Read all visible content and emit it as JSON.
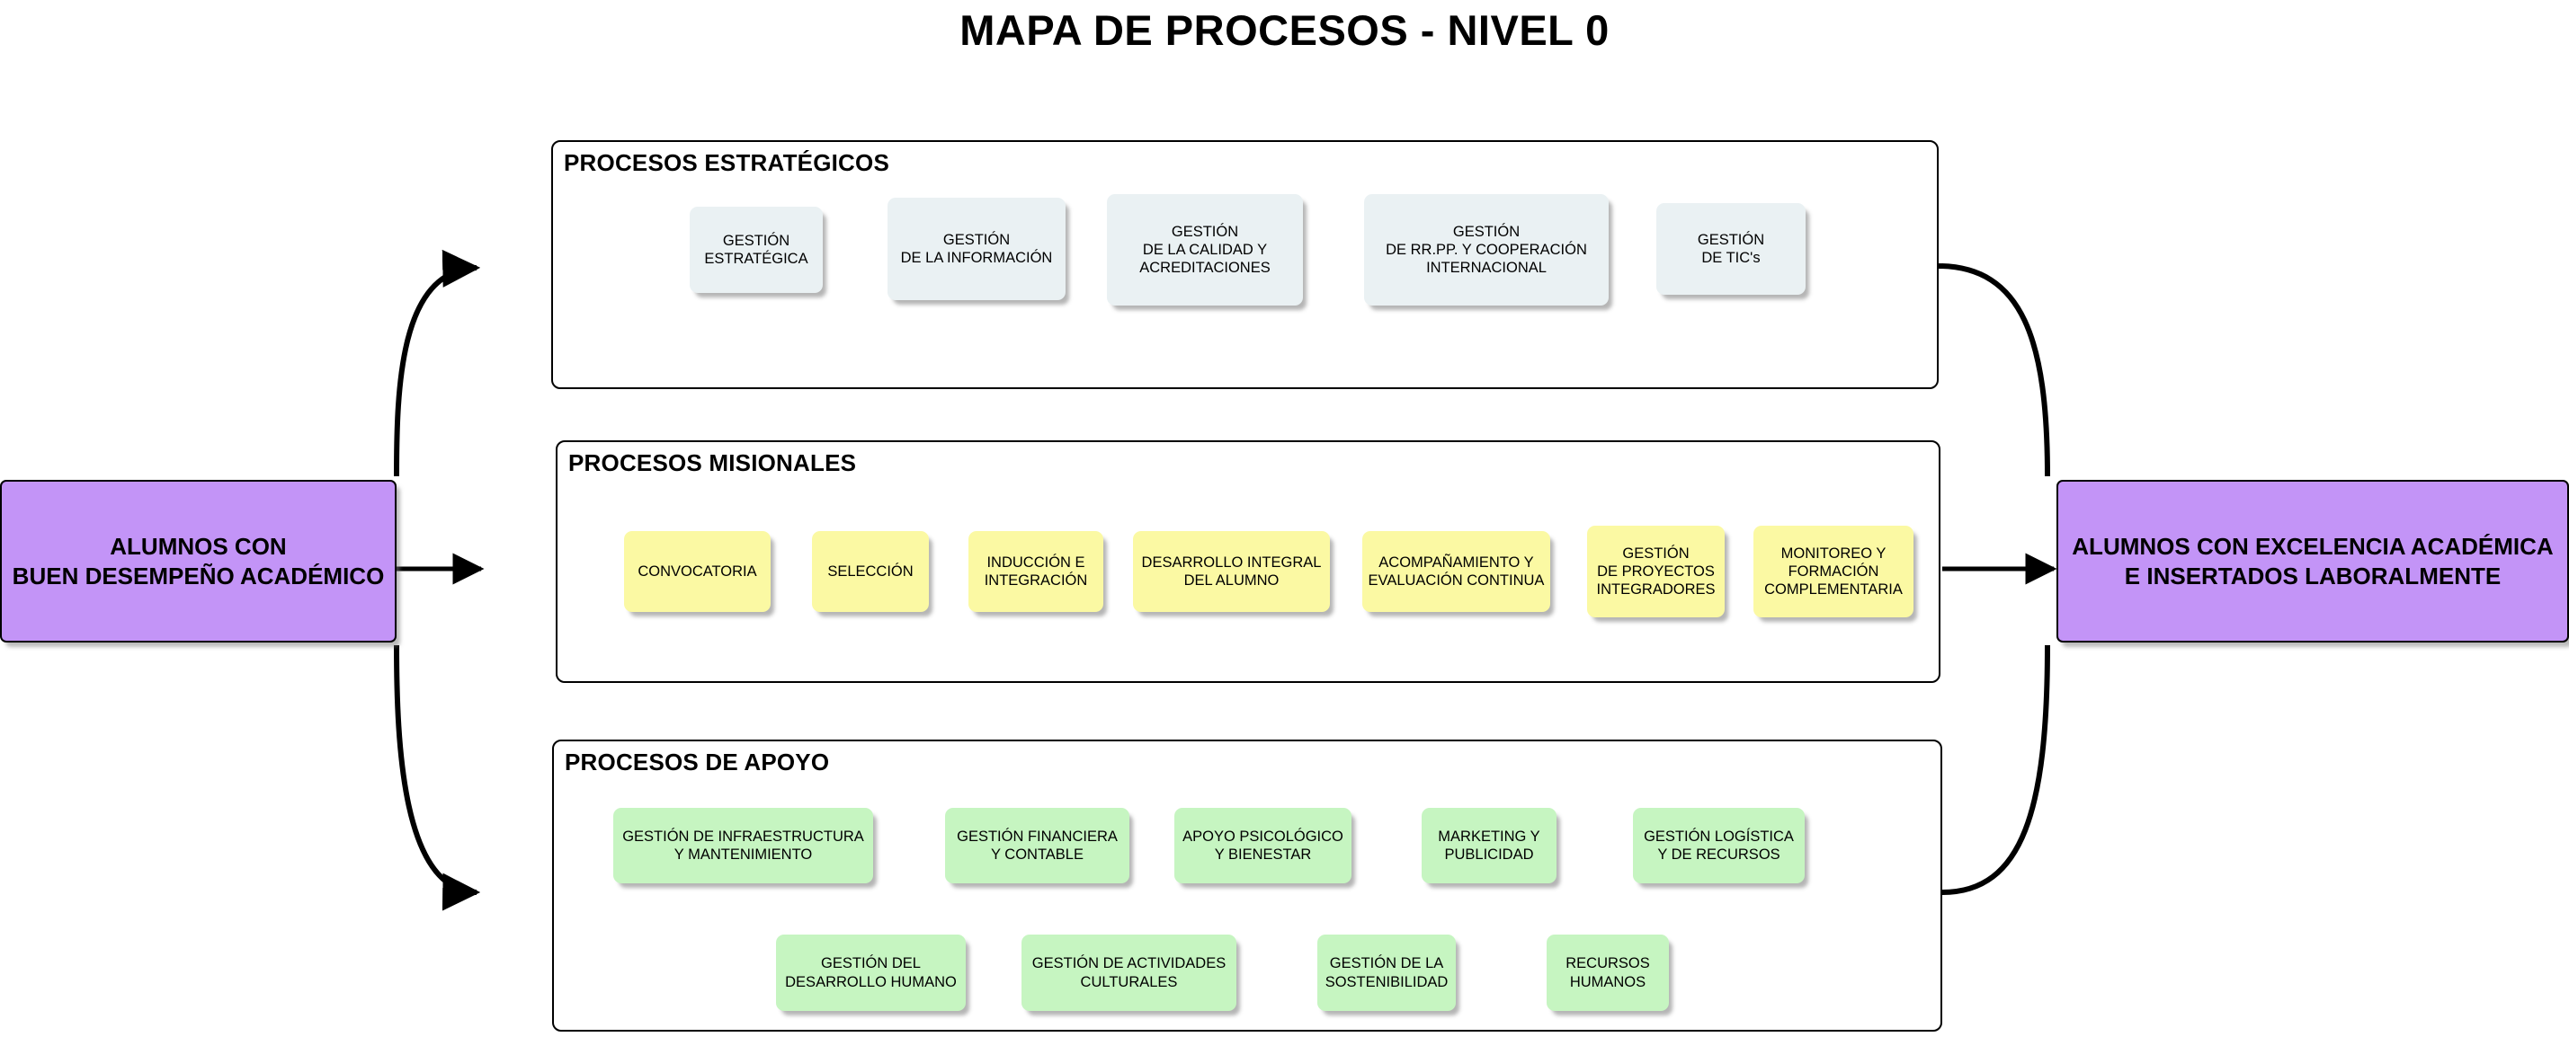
{
  "title": "MAPA DE PROCESOS - NIVEL 0",
  "colors": {
    "strategic_box": "#eaf1f3",
    "mission_box": "#fbf9a3",
    "support_box": "#c6f5c1",
    "io_box": "#c394f7",
    "border": "#000000",
    "background": "#ffffff"
  },
  "io": {
    "input": {
      "label": "ALUMNOS CON\nBUEN DESEMPEÑO ACADÉMICO"
    },
    "output": {
      "label": "ALUMNOS CON EXCELENCIA ACADÉMICA\nE INSERTADOS LABORALMENTE"
    }
  },
  "sections": [
    {
      "id": "estrategicos",
      "title": "PROCESOS ESTRATÉGICOS",
      "boxes": [
        {
          "label": "GESTIÓN\nESTRATÉGICA"
        },
        {
          "label": "GESTIÓN\nDE LA INFORMACIÓN"
        },
        {
          "label": "GESTIÓN\nDE LA CALIDAD Y\nACREDITACIONES"
        },
        {
          "label": "GESTIÓN\nDE RR.PP. Y COOPERACIÓN\nINTERNACIONAL"
        },
        {
          "label": "GESTIÓN\nDE TIC's"
        }
      ]
    },
    {
      "id": "misionales",
      "title": "PROCESOS MISIONALES",
      "boxes": [
        {
          "label": "CONVOCATORIA"
        },
        {
          "label": "SELECCIÓN"
        },
        {
          "label": "INDUCCIÓN E\nINTEGRACIÓN"
        },
        {
          "label": "DESARROLLO INTEGRAL\nDEL ALUMNO"
        },
        {
          "label": "ACOMPAÑAMIENTO Y\nEVALUACIÓN CONTINUA"
        },
        {
          "label": "GESTIÓN\nDE PROYECTOS\nINTEGRADORES"
        },
        {
          "label": "MONITOREO Y\nFORMACIÓN\nCOMPLEMENTARIA"
        }
      ]
    },
    {
      "id": "apoyo",
      "title": "PROCESOS DE APOYO",
      "boxes": [
        {
          "label": "GESTIÓN DE INFRAESTRUCTURA\nY MANTENIMIENTO"
        },
        {
          "label": "GESTIÓN FINANCIERA\nY CONTABLE"
        },
        {
          "label": "APOYO PSICOLÓGICO\nY BIENESTAR"
        },
        {
          "label": "MARKETING Y\nPUBLICIDAD"
        },
        {
          "label": "GESTIÓN LOGÍSTICA\nY DE RECURSOS"
        },
        {
          "label": "GESTIÓN DEL\nDESARROLLO HUMANO"
        },
        {
          "label": "GESTIÓN DE ACTIVIDADES\nCULTURALES"
        },
        {
          "label": "GESTIÓN DE LA\nSOSTENIBILIDAD"
        },
        {
          "label": "RECURSOS\nHUMANOS"
        }
      ]
    }
  ]
}
